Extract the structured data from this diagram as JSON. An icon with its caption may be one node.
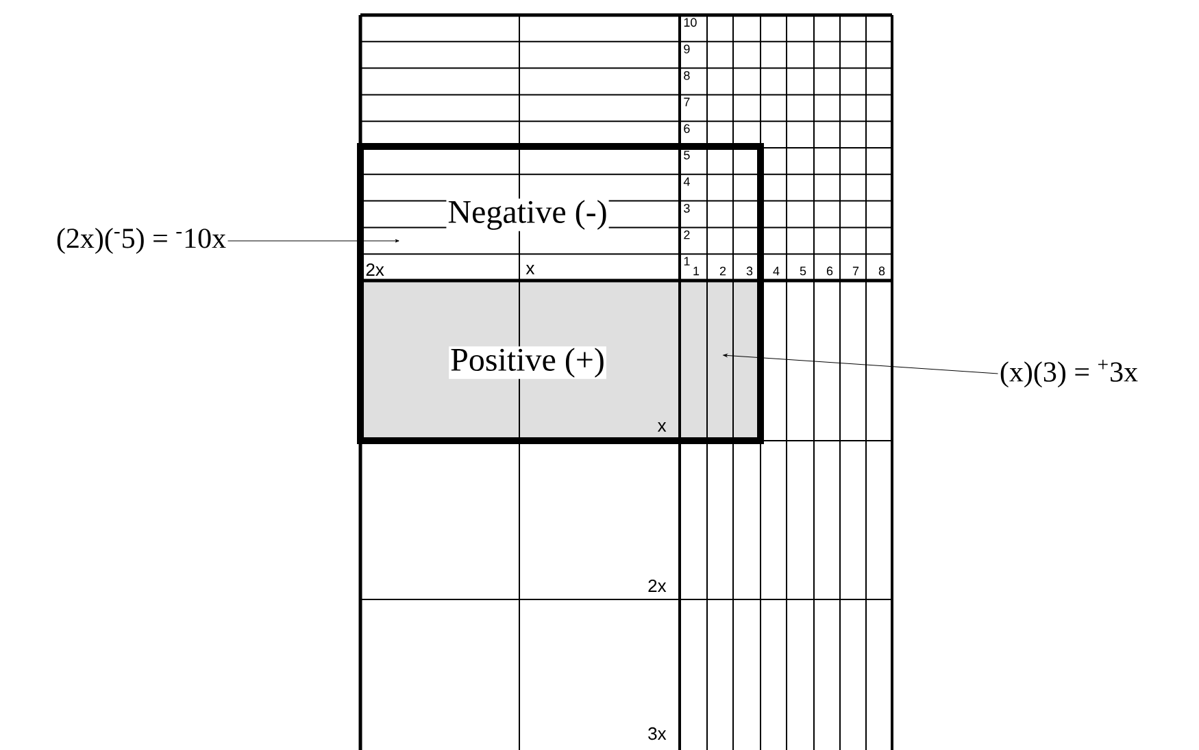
{
  "diagram": {
    "nodes": [
      {
        "text": [
          "Negative (-)"
        ]
      },
      {
        "text": [
          "Positive (+)"
        ]
      },
      {
        "text": [
          "(2x)($^{-}$5) = $^{-}$10x"
        ]
      },
      {
        "text": [
          "(x)(3) = $^{+}$3x"
        ]
      }
    ],
    "edges": [
      {
        "from": 2,
        "to": 0,
        "arrow": "to"
      },
      {
        "from": 3,
        "to": 1,
        "arrow": "to"
      }
    ],
    "labels": [
      "10",
      "9",
      "8",
      "7",
      "6",
      "5",
      "4",
      "3",
      "2",
      "2x",
      "x",
      "1",
      "1",
      "2",
      "3",
      "4",
      "5",
      "6",
      "7",
      "8",
      "x",
      "2x",
      "3x"
    ]
  }
}
